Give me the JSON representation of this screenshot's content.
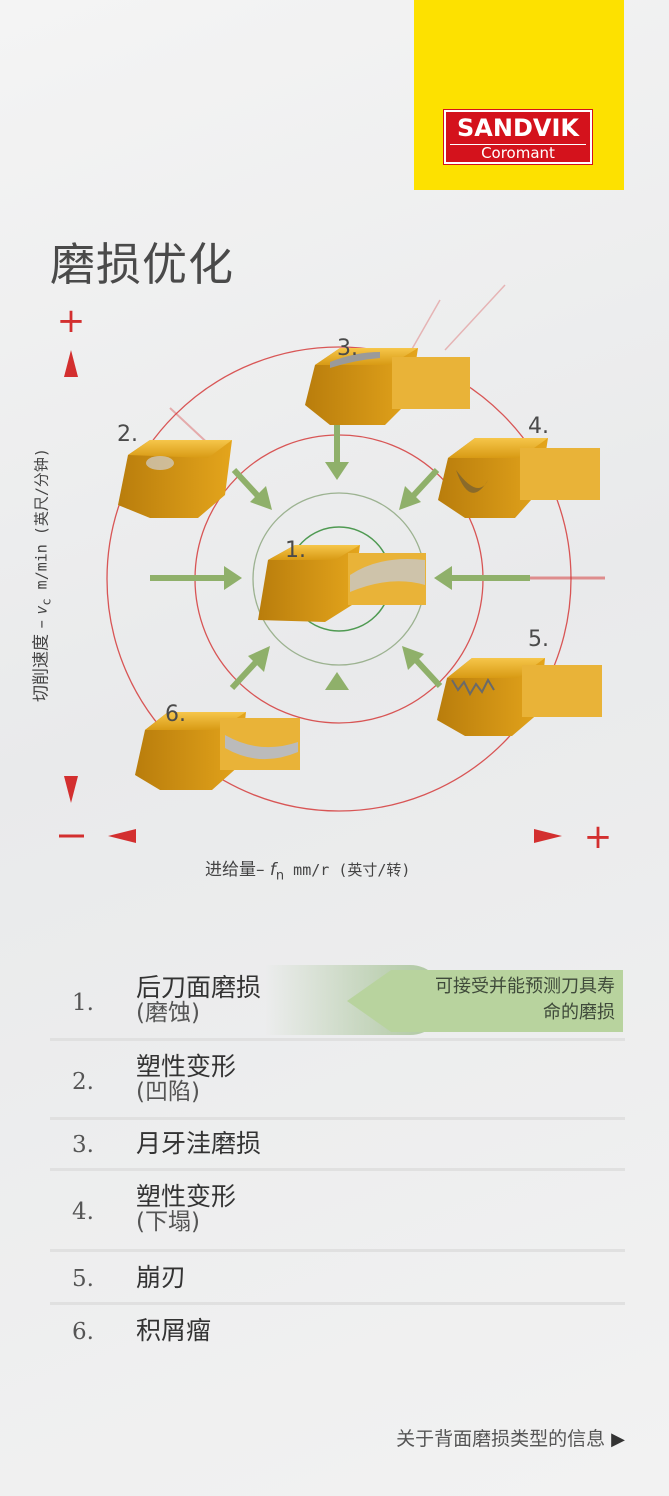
{
  "brand": {
    "name": "SANDVIK",
    "sub": "Coromant",
    "box_color": "#fde100",
    "logo_color": "#d4121c"
  },
  "title": "磨损优化",
  "diagram": {
    "y_axis": {
      "plus": "+",
      "minus": "−",
      "label_cn": "切削速度 – ",
      "label_v": "v",
      "label_sub": "c",
      "label_unit": " m/min (英尺/分钟)"
    },
    "x_axis": {
      "plus": "+",
      "minus": "−",
      "label_cn": "进给量– ",
      "label_f": "f",
      "label_sub": "n",
      "label_unit": " mm/r (英寸/转)"
    },
    "insert_numbers": [
      "1.",
      "2.",
      "3.",
      "4.",
      "5.",
      "6."
    ],
    "colors": {
      "red": "#d32f2f",
      "green": "#6aa84f",
      "arrow_green": "#8fb06a",
      "insert_gold": "#e3a51c"
    }
  },
  "wear_types": [
    {
      "num": "1.",
      "name": "后刀面磨损",
      "sub": "(磨蚀)"
    },
    {
      "num": "2.",
      "name": "塑性变形",
      "sub": "(凹陷)"
    },
    {
      "num": "3.",
      "name": "月牙洼磨损",
      "sub": ""
    },
    {
      "num": "4.",
      "name": "塑性变形",
      "sub": "(下塌)"
    },
    {
      "num": "5.",
      "name": "崩刃",
      "sub": ""
    },
    {
      "num": "6.",
      "name": "积屑瘤",
      "sub": ""
    }
  ],
  "note": {
    "line1": "可接受并能预测刀具寿",
    "line2": "命的磨损"
  },
  "footer": {
    "link": "关于背面磨损类型的信息",
    "icon": "play-triangle-icon"
  }
}
